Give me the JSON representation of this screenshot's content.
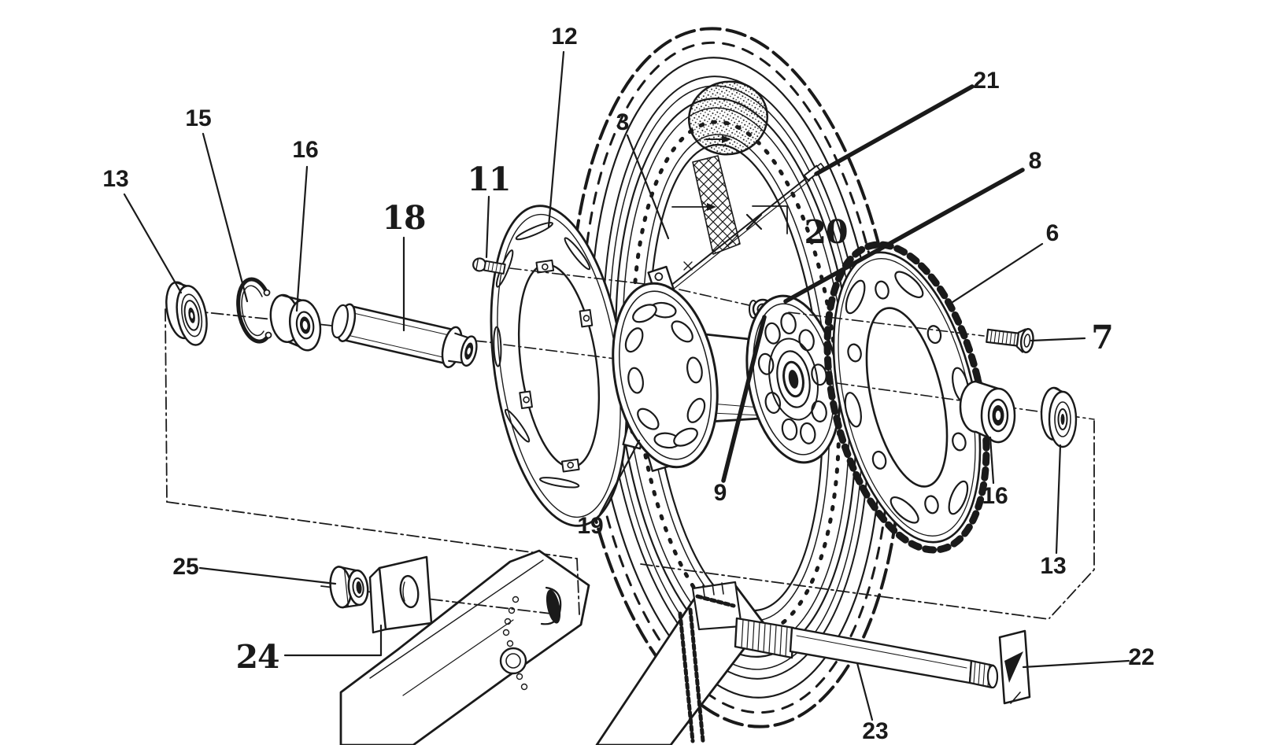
{
  "figure": {
    "kind": "exploded-parts-diagram",
    "subject": "rear wheel assembly"
  },
  "colors": {
    "ink": "#1a1a1a",
    "paper": "#ffffff"
  },
  "callouts": [
    {
      "label": "13",
      "part": "seal-left"
    },
    {
      "label": "15",
      "part": "circlip"
    },
    {
      "label": "16",
      "part": "bearing-left"
    },
    {
      "label": "18",
      "part": "axle-spacer-sleeve"
    },
    {
      "label": "11",
      "part": "disc-screw"
    },
    {
      "label": "12",
      "part": "brake-disc"
    },
    {
      "label": "3",
      "part": "tire"
    },
    {
      "label": "21",
      "part": "spoke-nipple"
    },
    {
      "label": "8",
      "part": "washer"
    },
    {
      "label": "20",
      "part": "spoke"
    },
    {
      "label": "6",
      "part": "rear-sprocket"
    },
    {
      "label": "7",
      "part": "sprocket-bolt"
    },
    {
      "label": "16",
      "part": "bearing-right"
    },
    {
      "label": "13",
      "part": "seal-right"
    },
    {
      "label": "9",
      "part": "nut"
    },
    {
      "label": "19",
      "part": "wheel-hub"
    },
    {
      "label": "25",
      "part": "adjuster-nut"
    },
    {
      "label": "24",
      "part": "chain-adjuster-block"
    },
    {
      "label": "22",
      "part": "chain-adjuster-end"
    },
    {
      "label": "23",
      "part": "rear-axle"
    }
  ]
}
